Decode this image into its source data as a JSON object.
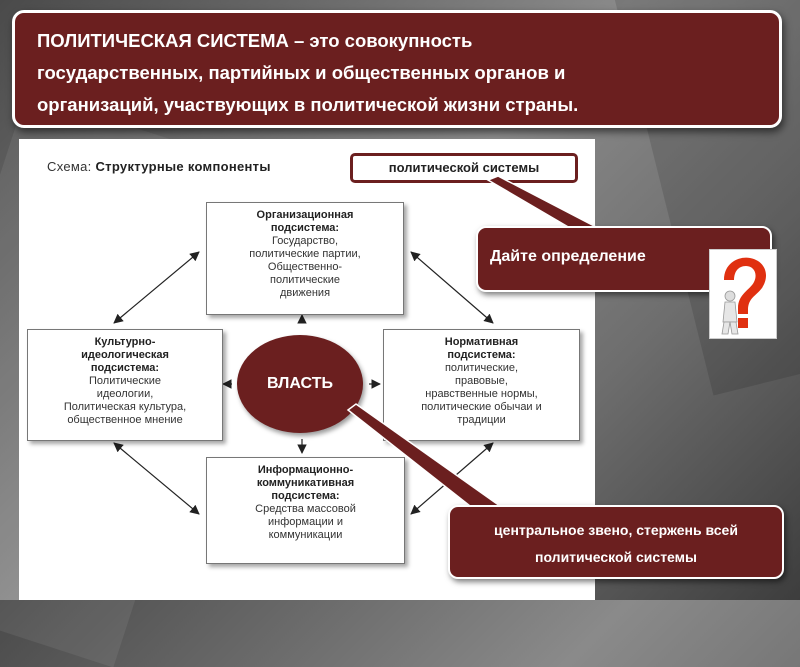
{
  "definition": {
    "term": "ПОЛИТИЧЕСКАЯ СИСТЕМА",
    "line1_rest": " – это совокупность",
    "line2": "государственных, партийных и общественных органов и",
    "line3": "организаций, участвующих в политической жизни страны."
  },
  "scheme": {
    "prefix": "Схема:",
    "title": "Структурные компоненты",
    "highlight": "политической системы"
  },
  "subsystems": {
    "organizational": {
      "title1": "Организационная",
      "title2": "подсистема:",
      "items": [
        "Государство,",
        "политические партии,",
        "Общественно-",
        "политические",
        "движения"
      ]
    },
    "cultural": {
      "title1": "Культурно-",
      "title2": "идеологическая",
      "title3": "подсистема:",
      "items": [
        "Политические",
        "идеологии,",
        "Политическая культура,",
        "общественное мнение"
      ]
    },
    "normative": {
      "title1": "Нормативная",
      "title2": "подсистема:",
      "items": [
        "политические,",
        "правовые,",
        "нравственные нормы,",
        "политические обычаи и",
        "традиции"
      ]
    },
    "informational": {
      "title1": "Информационно-",
      "title2": "коммуникативная",
      "title3": "подсистема:",
      "items": [
        "Средства массовой",
        "информации и",
        "коммуникации"
      ]
    }
  },
  "center": "ВЛАСТЬ",
  "callouts": {
    "define": "Дайте определение",
    "center_line1": "центральное звено, стержень всей",
    "center_line2": "политической системы"
  },
  "colors": {
    "accent": "#6b1f1f",
    "question": "#e03010"
  }
}
